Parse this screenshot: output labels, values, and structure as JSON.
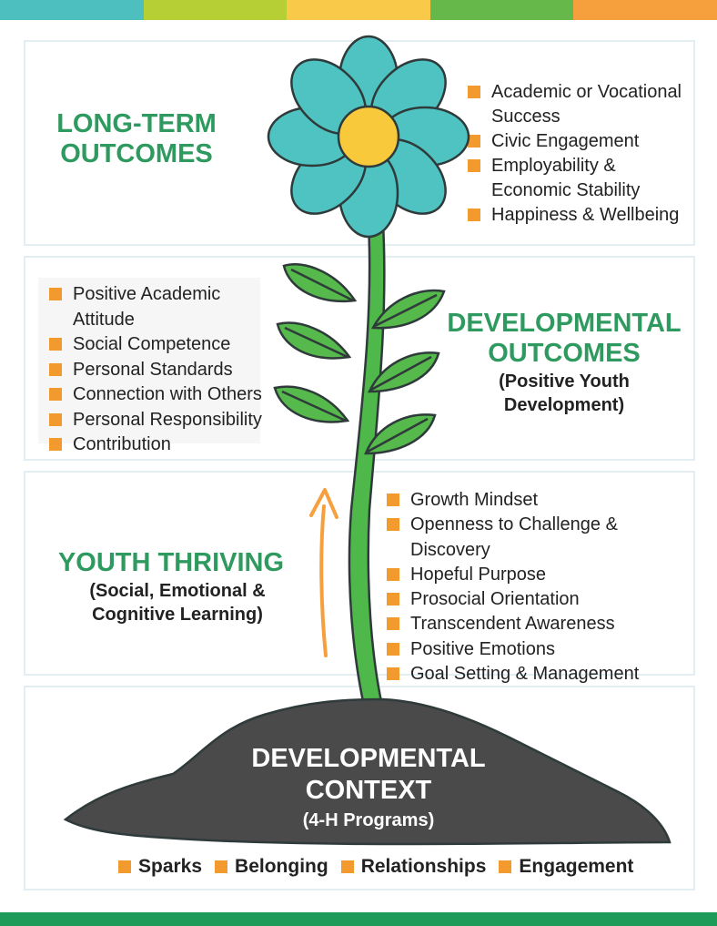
{
  "colors": {
    "top_bar": [
      "#4dbfbf",
      "#b5cf34",
      "#f9c94a",
      "#66b84a",
      "#f5a03d"
    ],
    "bottom_bar": "#1e9a59",
    "heading_green": "#2f9a5f",
    "bullet_orange": "#f39a2e",
    "petal_teal": "#4fc3c2",
    "flower_center": "#f9c93c",
    "stem_green": "#4fb84a",
    "leaf_green": "#56b94c",
    "soil": "#4a4a4a",
    "arrow_orange": "#f5a03d"
  },
  "long_term": {
    "heading": "LONG-TERM OUTCOMES",
    "items": [
      "Academic or Vocational Success",
      "Civic Engagement",
      "Employability & Economic Stability",
      "Happiness & Wellbeing"
    ]
  },
  "developmental": {
    "heading": "DEVELOPMENTAL OUTCOMES",
    "subheading": "(Positive Youth Development)",
    "items": [
      "Positive Academic Attitude",
      "Social Competence",
      "Personal Standards",
      "Connection with Others",
      "Personal Responsibility",
      "Contribution"
    ]
  },
  "thriving": {
    "heading": "YOUTH THRIVING",
    "subheading": "(Social, Emotional & Cognitive Learning)",
    "items": [
      "Growth Mindset",
      "Openness to Challenge & Discovery",
      "Hopeful Purpose",
      "Prosocial Orientation",
      "Transcendent Awareness",
      "Positive Emotions",
      "Goal Setting & Management"
    ]
  },
  "context": {
    "heading": "DEVELOPMENTAL CONTEXT",
    "subheading": "(4-H Programs)",
    "items": [
      "Sparks",
      "Belonging",
      "Relationships",
      "Engagement"
    ]
  }
}
